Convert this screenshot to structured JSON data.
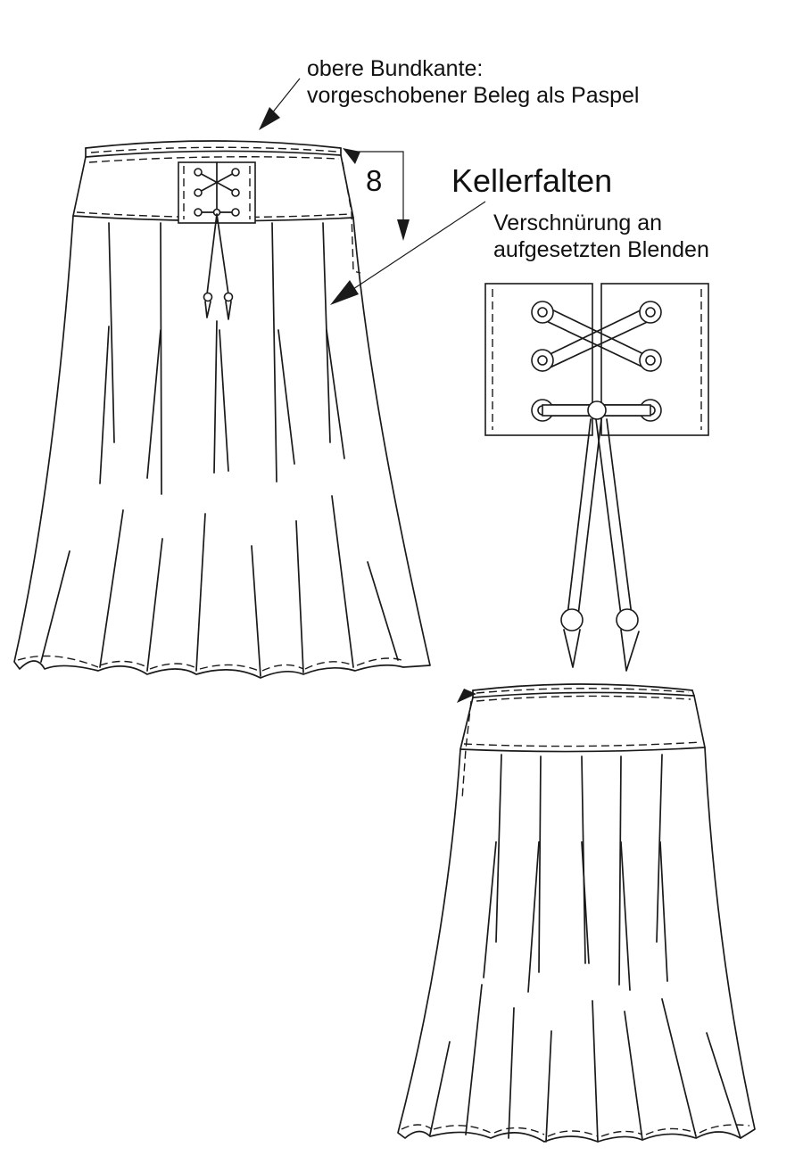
{
  "labels": {
    "bundkante_line1": "obere Bundkante:",
    "bundkante_line2": "vorgeschobener Beleg als Paspel",
    "measure": "8",
    "kellerfalten": "Kellerfalten",
    "verschnuerung_line1": "Verschnürung an",
    "verschnuerung_line2": "aufgesetzten Blenden"
  },
  "colors": {
    "line": "#1a1a1a",
    "background": "#ffffff"
  }
}
